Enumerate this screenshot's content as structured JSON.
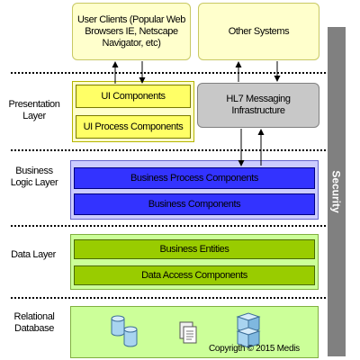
{
  "layers": {
    "presentation": "Presentation Layer",
    "business": "Business Logic Layer",
    "data": "Data Layer",
    "database": "Relational Database"
  },
  "top": {
    "user_clients": "User Clients (Popular Web Browsers IE, Netscape Navigator, etc)",
    "other_systems": "Other Systems"
  },
  "presentation": {
    "ui_components": "UI Components",
    "ui_process_components": "UI Process Components",
    "hl7": "HL7 Messaging Infrastructure"
  },
  "business": {
    "process_components": "Business Process Components",
    "components": "Business Components"
  },
  "data": {
    "entities": "Business Entities",
    "access": "Data Access Components"
  },
  "security": "Security",
  "copyright": "Copyrigth © 2015 Medis",
  "colors": {
    "client_fill": "#ffffcc",
    "client_border": "#c8c864",
    "ui_fill": "#ffff66",
    "ui_border": "#b4b400",
    "hl7_fill": "#c8c8c8",
    "business_fill": "#3333ff",
    "data_fill": "#99cc00",
    "data_panel": "#ccff99",
    "security_bar": "#808080"
  }
}
